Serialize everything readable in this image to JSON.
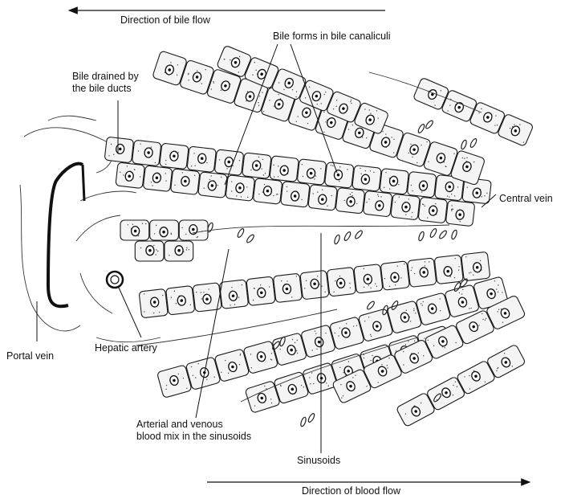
{
  "labels": {
    "bile_flow": "Direction of bile flow",
    "blood_flow": "Direction of blood flow",
    "bile_canaliculi": "Bile forms in bile canaliculi",
    "bile_ducts": [
      "Bile drained by",
      "the bile ducts"
    ],
    "central_vein": "Central vein",
    "portal_vein": "Portal vein",
    "hepatic_artery": "Hepatic artery",
    "sinusoid_mix": [
      "Arterial and venous",
      "blood mix in the sinusoids"
    ],
    "sinusoids": "Sinusoids"
  }
}
